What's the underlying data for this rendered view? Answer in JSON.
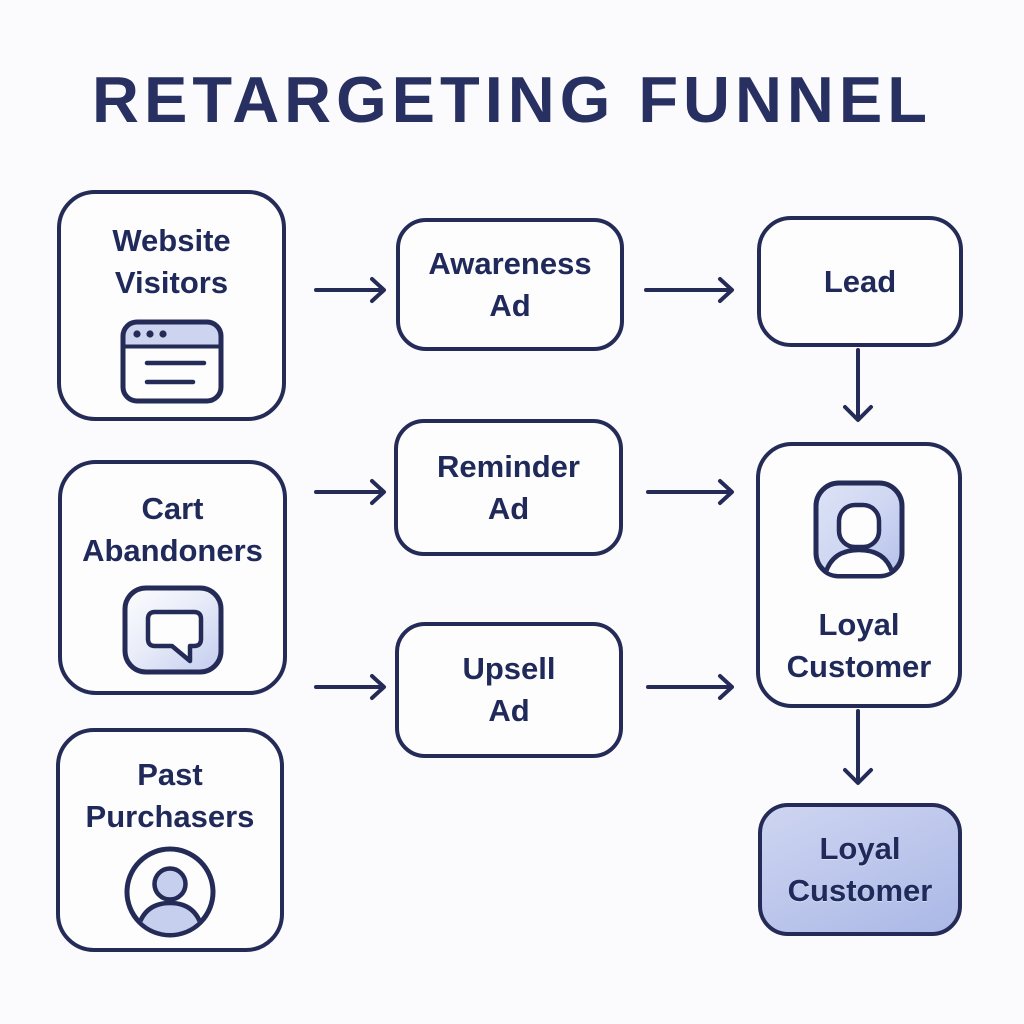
{
  "title": "RETARGETING FUNNEL",
  "palette": {
    "navy_stroke": "#242b57",
    "text_navy": "#202a5a",
    "title_navy": "#273060",
    "lavender": "#ccd4ef",
    "lavender_deep": "#abb8e6",
    "background": "#fbfbfd",
    "node_fill": "#fdfdfe"
  },
  "nodes": {
    "website_visitors": {
      "line1": "Website",
      "line2": "Visitors",
      "icon": "browser-window-icon"
    },
    "cart_abandoners": {
      "line1": "Cart",
      "line2": "Abandoners",
      "icon": "chat-bubble-icon"
    },
    "past_purchasers": {
      "line1": "Past",
      "line2": "Purchasers",
      "icon": "person-circle-icon"
    },
    "awareness_ad": {
      "line1": "Awareness",
      "line2": "Ad"
    },
    "reminder_ad": {
      "line1": "Reminder",
      "line2": "Ad"
    },
    "upsell_ad": {
      "line1": "Upsell",
      "line2": "Ad"
    },
    "lead": {
      "label": "Lead"
    },
    "loyal_customer": {
      "line1": "Loyal",
      "line2": "Customer",
      "icon": "person-badge-icon"
    },
    "loyal_customer_final": {
      "line1": "Loyal",
      "line2": "Customer"
    }
  },
  "edges": [
    {
      "from": "website-visitors",
      "to": "awareness-ad"
    },
    {
      "from": "cart-abandoners",
      "to": "reminder-ad"
    },
    {
      "from": "past-purchasers",
      "to": "upsell-ad"
    },
    {
      "from": "awareness-ad",
      "to": "lead"
    },
    {
      "from": "reminder-ad",
      "to": "loyal-customer"
    },
    {
      "from": "upsell-ad",
      "to": "loyal-customer"
    },
    {
      "from": "lead",
      "to": "loyal-customer"
    },
    {
      "from": "loyal-customer",
      "to": "loyal-customer-final"
    }
  ]
}
